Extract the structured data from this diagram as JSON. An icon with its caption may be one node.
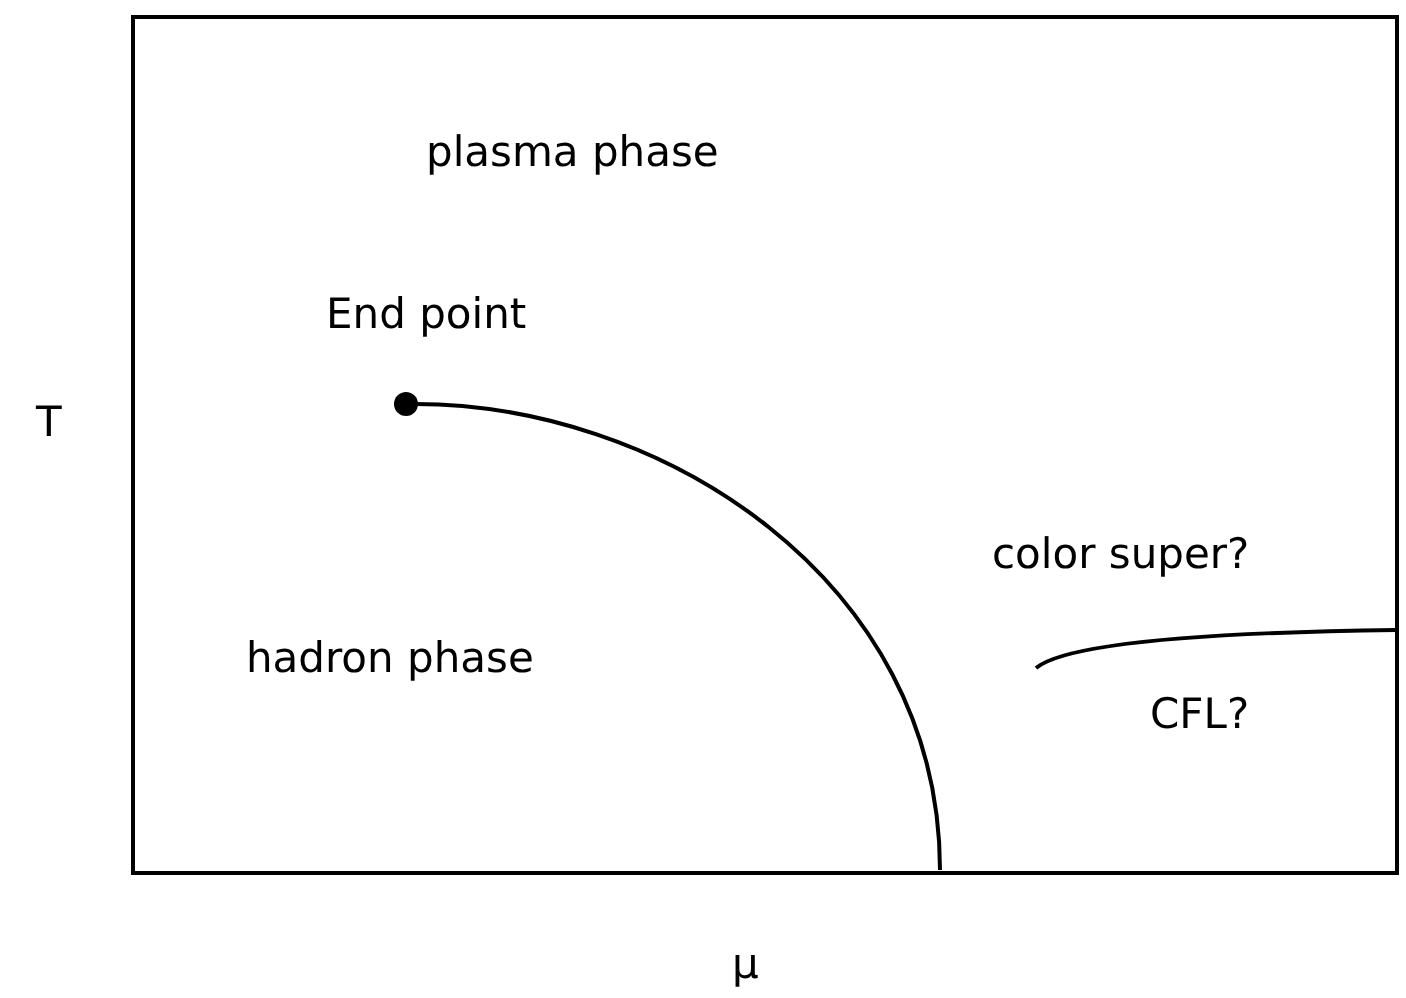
{
  "diagram": {
    "labels": [
      "plasma phase",
      "End point",
      "T",
      "color super?",
      "hadron phase",
      "CFL?",
      "μ"
    ]
  }
}
